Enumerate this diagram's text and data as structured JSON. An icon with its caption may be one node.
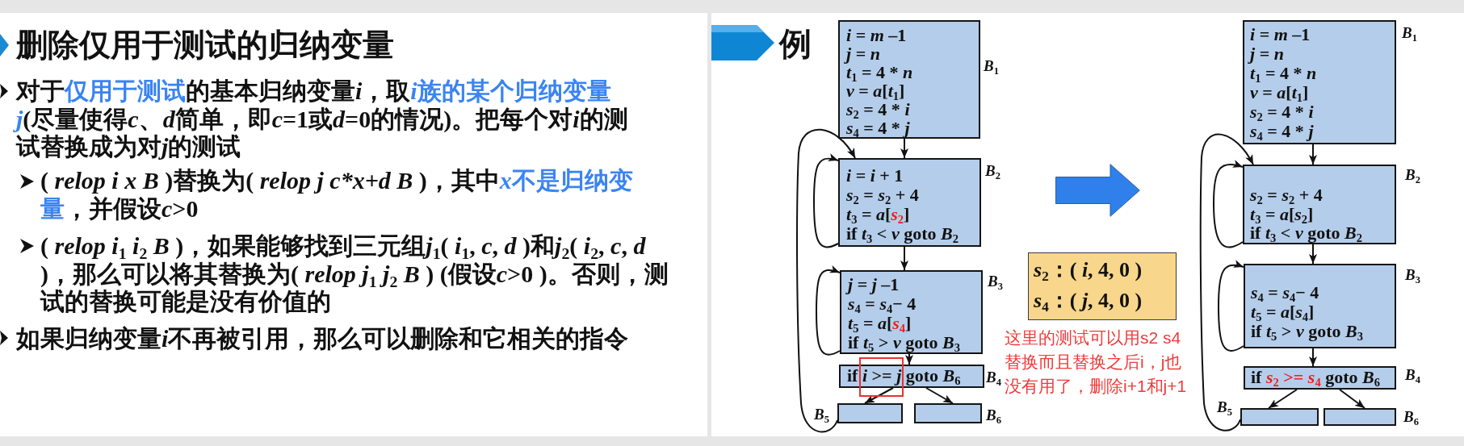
{
  "diagram": {
    "title": "删除仅用于测试的归纳变量",
    "nodes": [
      {
        "text": [
          "*i* = *m* –1",
          "*j* = *n*",
          "*t*$_{1}$ = 4 * n",
          "*v* = *a*[*t*$_{1}$]",
          "*s*$_{2}$ = 4 * i",
          "*s*$_{4}$ = 4 * j"
        ],
        "beside": [
          "*B*$_{1}$"
        ]
      },
      {
        "text": [
          "*i* = *i* + 1",
          "*s*$_{2}$ = *s*$_{2}$ + 4",
          "*t*$_{3}$ = *a*[*s*$_{2}$]",
          "if *t*$_{3}$ < *v* goto *B*$_{2}$"
        ],
        "beside": [
          "*B*$_{2}$"
        ]
      },
      {
        "text": [
          "*j* = *j* –1",
          "*s*$_{4}$ = *s*$_{4}$− 4",
          "*t*$_{5}$ = *a*[*s*$_{4}$]",
          "if *t*$_{5}$ > *v* goto *B*$_{3}$"
        ],
        "beside": [
          "*B*$_{3}$"
        ]
      },
      {
        "text": [
          "if *i* >= *j* goto *B*$_{6}$"
        ],
        "beside": [
          "*B*$_{4}$"
        ]
      },
      {
        "text": [],
        "shape": "box",
        "beside": [
          "*B*$_{5}$"
        ]
      },
      {
        "text": [],
        "shape": "box",
        "beside": [
          "*B*$_{6}$"
        ]
      },
      {
        "text": [
          "*s*$_{2}$：( *i*, 4, 0 )",
          "*s*$_{4}$：( *j*, 4, 0 )"
        ]
      },
      {
        "text": [
          "*i* = *m* –1",
          "*j* = *n*",
          "*t*$_{1}$ = 4 * n",
          "*v* = *a*[*t*$_{1}$]",
          "*s*$_{2}$ = 4 * i",
          "*s*$_{4}$ = 4 * j"
        ],
        "beside": [
          "*B*$_{1}$"
        ]
      },
      {
        "text": [
          "*s*$_{2}$ = *s*$_{2}$ + 4",
          "*t*$_{3}$ = *a*[*s*$_{2}$]",
          "if *t*$_{3}$ < *v* goto *B*$_{2}$"
        ],
        "beside": [
          "*B*$_{2}$"
        ]
      },
      {
        "text": [
          "*s*$_{4}$ = *s*$_{4}$− 4",
          "*t*$_{5}$ = *a*[*s*$_{4}$]",
          "if *t*$_{5}$ > *v* goto *B*$_{3}$"
        ],
        "beside": [
          "*B*$_{3}$"
        ]
      },
      {
        "text": [
          "if *s*$_{2}$ >= *s*$_{4}$ goto *B*$_{6}$"
        ],
        "beside": [
          "*B*$_{4}$"
        ]
      },
      {
        "text": [],
        "shape": "box",
        "beside": [
          "*B*$_{5}$"
        ]
      },
      {
        "text": [],
        "shape": "box",
        "beside": [
          "*B*$_{6}$"
        ]
      }
    ],
    "edges": [
      {
        "from": 0,
        "to": 1,
        "arrow": "to"
      },
      {
        "from": 1,
        "to": 1,
        "arrow": "to"
      },
      {
        "from": 1,
        "to": 2,
        "arrow": "to"
      },
      {
        "from": 2,
        "to": 2,
        "arrow": "to"
      },
      {
        "from": 2,
        "to": 3,
        "arrow": "to"
      },
      {
        "from": 3,
        "to": 4,
        "arrow": "to"
      },
      {
        "from": 3,
        "to": 5,
        "arrow": "to"
      },
      {
        "from": 4,
        "to": 1,
        "arrow": "to"
      },
      {
        "from": 7,
        "to": 8,
        "arrow": "to"
      },
      {
        "from": 8,
        "to": 8,
        "arrow": "to"
      },
      {
        "from": 8,
        "to": 9,
        "arrow": "to"
      },
      {
        "from": 9,
        "to": 9,
        "arrow": "to"
      },
      {
        "from": 9,
        "to": 10,
        "arrow": "to"
      },
      {
        "from": 10,
        "to": 11,
        "arrow": "to"
      },
      {
        "from": 10,
        "to": 12,
        "arrow": "to"
      },
      {
        "from": 11,
        "to": 8,
        "arrow": "to"
      }
    ],
    "labels": [
      "对于仅用于测试的基本归纳变量i，取i族的某个归纳变量j(尽量使得c、d简单，即c=1或d=0的情况)。把每个对i的测试替换成为对j的测试",
      "( relop i x B )替换为( relop j c*x+d B )，其中x不是归纳变量，并假设c>0",
      "( *relop* *i*$_{1}$ *i*$_{2}$ *B* )，如果能够找到三元组j$_{1}$( *i*$_{1}$, *c*, *d* )和j$_{2}$( *i*$_{2}$, *c*, *d* )，那么可以将其替换为( *relop* *j*$_{1}$ *j*$_{2}$ *B* ) (假设c>0 )。否则，测试的替换可能是没有价值的",
      "如果归纳变量i不再被引用，那么可以删除和它相关的指令",
      "例",
      "这里的测试可以用s2 s4替换而且替换之后i，j也没有用了，删除i+1和j+1"
    ]
  }
}
